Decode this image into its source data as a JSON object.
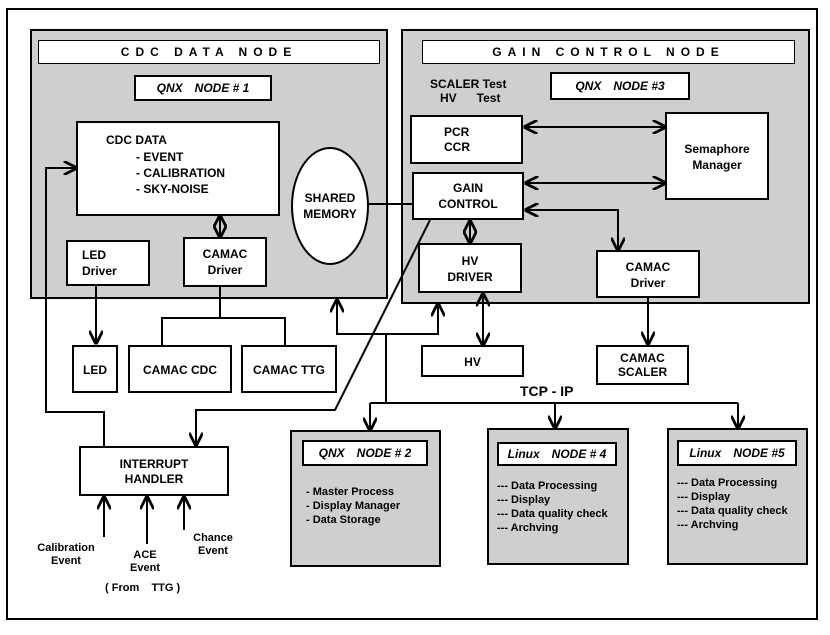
{
  "cdc_node": {
    "banner": "CDC DATA NODE",
    "os_label": "QNX",
    "node_label": "NODE # 1",
    "data_box": {
      "title": "CDC DATA",
      "items": [
        "- EVENT",
        "- CALIBRATION",
        "- SKY-NOISE"
      ]
    },
    "led_driver": [
      "LED",
      "Driver"
    ],
    "camac_driver": [
      "CAMAC",
      "Driver"
    ]
  },
  "shared_memory": [
    "SHARED",
    "MEMORY"
  ],
  "gain_node": {
    "banner": "GAIN CONTROL NODE",
    "scaler_label": [
      "SCALER Test",
      "HV      Test"
    ],
    "os_label": "QNX",
    "node_label": "NODE #3",
    "pcr_ccr": [
      "PCR",
      "CCR"
    ],
    "semaphore": [
      "Semaphore",
      "Manager"
    ],
    "gain_control": [
      "GAIN",
      "CONTROL"
    ],
    "hv_driver": [
      "HV",
      "DRIVER"
    ],
    "camac_driver": [
      "CAMAC",
      "Driver"
    ]
  },
  "devices": {
    "led": "LED",
    "camac_cdc": "CAMAC CDC",
    "camac_ttg": "CAMAC TTG",
    "hv": "HV",
    "camac_scaler": [
      "CAMAC",
      "SCALER"
    ]
  },
  "network": {
    "label": "TCP - IP"
  },
  "interrupt_handler": {
    "title": [
      "INTERRUPT",
      "HANDLER"
    ],
    "inputs": {
      "calibration": [
        "Calibration",
        "Event"
      ],
      "ace": [
        "ACE",
        "Event"
      ],
      "chance": [
        "Chance",
        "Event"
      ]
    },
    "source": "( From    TTG )"
  },
  "node2": {
    "os_label": "QNX",
    "node_label": "NODE # 2",
    "items": [
      "- Master Process",
      "- Display Manager",
      "- Data Storage"
    ]
  },
  "node4": {
    "os_label": "Linux",
    "node_label": "NODE # 4",
    "items": [
      "--- Data Processing",
      "--- Display",
      "--- Data quality check",
      "--- Archving"
    ]
  },
  "node5": {
    "os_label": "Linux",
    "node_label": "NODE #5",
    "items": [
      "--- Data Processing",
      "--- Display",
      "--- Data quality check",
      "--- Archving"
    ]
  }
}
